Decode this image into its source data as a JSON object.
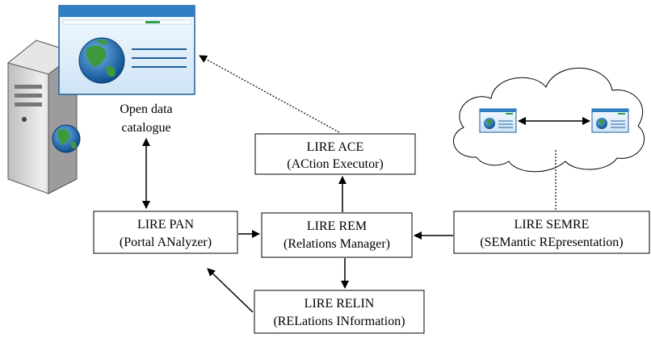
{
  "server_label": [
    "Open data",
    "catalogue"
  ],
  "modules": {
    "ace": {
      "name": "LIRE ACE",
      "desc": "(ACtion Executor)"
    },
    "pan": {
      "name": "LIRE PAN",
      "desc": "(Portal ANalyzer)"
    },
    "rem": {
      "name": "LIRE REM",
      "desc": "(Relations Manager)"
    },
    "semre": {
      "name": "LIRE SEMRE",
      "desc": "(SEMantic REpresentation)"
    },
    "relin": {
      "name": "LIRE RELIN",
      "desc": "(RELations INformation)"
    }
  },
  "colors": {
    "server_body": "#d9d9d9",
    "window_bg": "#e3f0fb",
    "window_title": "#2f7fc2",
    "window_status": "#2e9e4e",
    "globe_ocean": "#1f6fb5",
    "globe_land": "#3c9a3c",
    "cloud_stroke": "#000000"
  },
  "icons": [
    "server-icon",
    "web-portal-icon",
    "globe-icon",
    "cloud-icon",
    "mini-portal-icon"
  ]
}
